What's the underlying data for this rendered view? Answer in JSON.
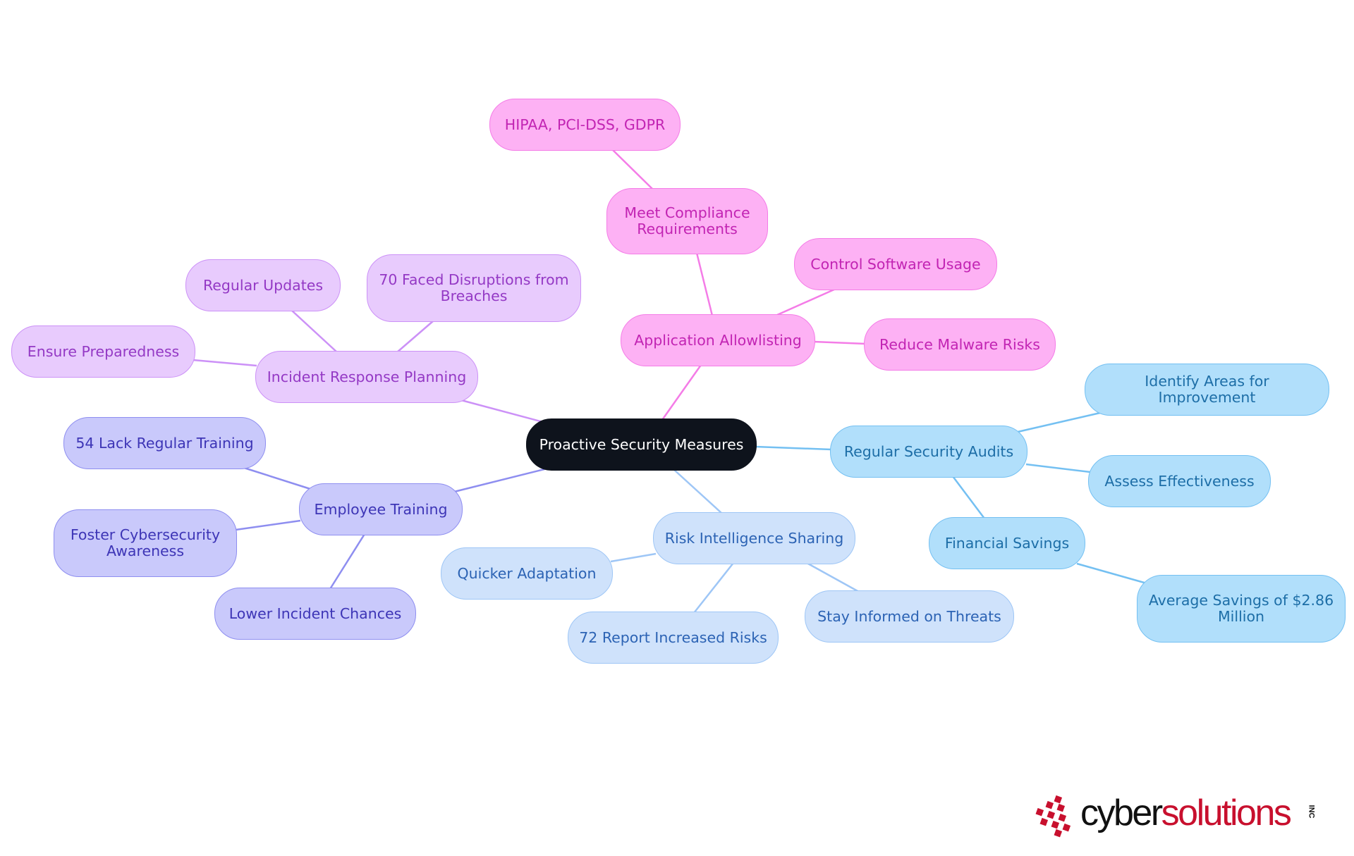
{
  "mindmap": {
    "root": {
      "id": "root",
      "label": "Proactive Security Measures"
    },
    "branches": [
      {
        "id": "app",
        "label": "Application Allowlisting",
        "color": "#f47ce7",
        "children": [
          {
            "id": "compliance",
            "label": "Meet Compliance Requirements",
            "children": [
              {
                "id": "hipaa",
                "label": "HIPAA, PCI-DSS, GDPR"
              }
            ]
          },
          {
            "id": "control",
            "label": "Control Software Usage"
          },
          {
            "id": "malware",
            "label": "Reduce Malware Risks"
          }
        ]
      },
      {
        "id": "incident",
        "label": "Incident Response Planning",
        "color": "#cc91f7",
        "children": [
          {
            "id": "updates",
            "label": "Regular Updates"
          },
          {
            "id": "disruptions",
            "label": "70 Faced Disruptions from Breaches"
          },
          {
            "id": "prepared",
            "label": "Ensure Preparedness"
          }
        ]
      },
      {
        "id": "training",
        "label": "Employee Training",
        "color": "#8e8ef0",
        "children": [
          {
            "id": "lack",
            "label": "54 Lack Regular Training"
          },
          {
            "id": "awareness",
            "label": "Foster Cybersecurity Awareness"
          },
          {
            "id": "lower",
            "label": "Lower Incident Chances"
          }
        ]
      },
      {
        "id": "risk",
        "label": "Risk Intelligence Sharing",
        "color": "#9ec6f6",
        "children": [
          {
            "id": "quicker",
            "label": "Quicker Adaptation"
          },
          {
            "id": "report72",
            "label": "72 Report Increased Risks"
          },
          {
            "id": "informed",
            "label": "Stay Informed on Threats"
          }
        ]
      },
      {
        "id": "audits",
        "label": "Regular Security Audits",
        "color": "#74c0f2",
        "children": [
          {
            "id": "identify",
            "label": "Identify Areas for Improvement"
          },
          {
            "id": "assess",
            "label": "Assess Effectiveness"
          },
          {
            "id": "financial",
            "label": "Financial Savings",
            "children": [
              {
                "id": "avg",
                "label": "Average Savings of $2.86 Million"
              }
            ]
          }
        ]
      }
    ]
  },
  "logo": {
    "part1": "cyber",
    "part2": "solutions",
    "suffix": "INC",
    "dark_color": "#111111",
    "brand_color": "#c8102e"
  }
}
